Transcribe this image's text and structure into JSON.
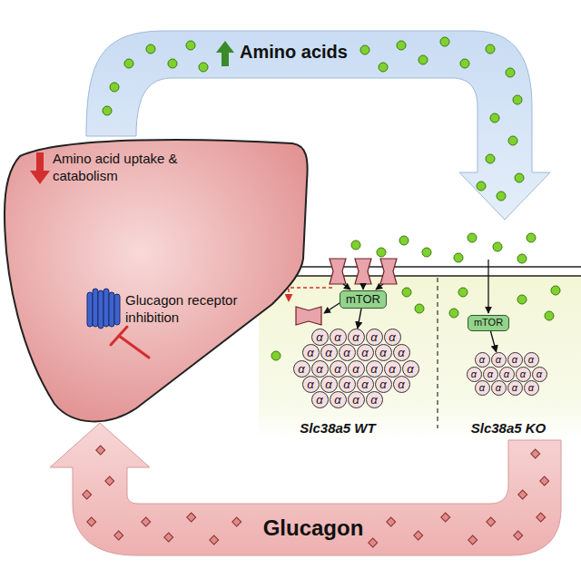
{
  "diagram": {
    "nodes": [
      {
        "text": [
          "Amino acids"
        ]
      },
      {
        "text": [
          "Amino acid uptake & catabolism",
          "Glucagon receptor inhibition"
        ]
      },
      {
        "text": [
          "mTOR"
        ]
      },
      {
        "text": [
          "α"
        ]
      },
      {
        "text": [
          "α"
        ]
      },
      {
        "text": [
          "α"
        ]
      },
      {
        "text": [
          "α"
        ]
      },
      {
        "text": [
          "α"
        ]
      },
      {
        "text": [
          "α"
        ]
      },
      {
        "text": [
          "α"
        ]
      },
      {
        "text": [
          "α"
        ]
      },
      {
        "text": [
          "α"
        ]
      },
      {
        "text": [
          "α"
        ]
      },
      {
        "text": [
          "α"
        ]
      },
      {
        "text": [
          "α"
        ]
      },
      {
        "text": [
          "α"
        ]
      },
      {
        "text": [
          "α"
        ]
      },
      {
        "text": [
          "α"
        ]
      },
      {
        "text": [
          "α"
        ]
      },
      {
        "text": [
          "α"
        ]
      },
      {
        "text": [
          "α"
        ]
      },
      {
        "text": [
          "α"
        ]
      },
      {
        "text": [
          "α"
        ]
      },
      {
        "text": [
          "α"
        ]
      },
      {
        "text": [
          "α"
        ]
      },
      {
        "text": [
          "α"
        ]
      },
      {
        "text": [
          "α"
        ]
      },
      {
        "text": [
          "α"
        ]
      },
      {
        "text": [
          "α"
        ]
      },
      {
        "text": [
          "α"
        ]
      },
      {
        "text": [
          "α"
        ]
      },
      {
        "text": [
          "mTOR"
        ]
      },
      {
        "text": [
          "α"
        ]
      },
      {
        "text": [
          "α"
        ]
      },
      {
        "text": [
          "α"
        ]
      },
      {
        "text": [
          "α"
        ]
      },
      {
        "text": [
          "α"
        ]
      },
      {
        "text": [
          "α"
        ]
      },
      {
        "text": [
          "α"
        ]
      },
      {
        "text": [
          "α"
        ]
      },
      {
        "text": [
          "α"
        ]
      },
      {
        "text": [
          "α"
        ]
      },
      {
        "text": [
          "α"
        ]
      },
      {
        "text": [
          "α"
        ]
      },
      {
        "text": [
          "α"
        ]
      },
      {
        "text": [
          "Glucagon"
        ]
      }
    ],
    "edges": [
      {
        "from": 2,
        "to": 3,
        "arrow": "to"
      },
      {
        "from": 31,
        "to": 32,
        "arrow": "to"
      }
    ],
    "labels": [
      "Slc38a5 WT",
      "Slc38a5 KO"
    ]
  }
}
